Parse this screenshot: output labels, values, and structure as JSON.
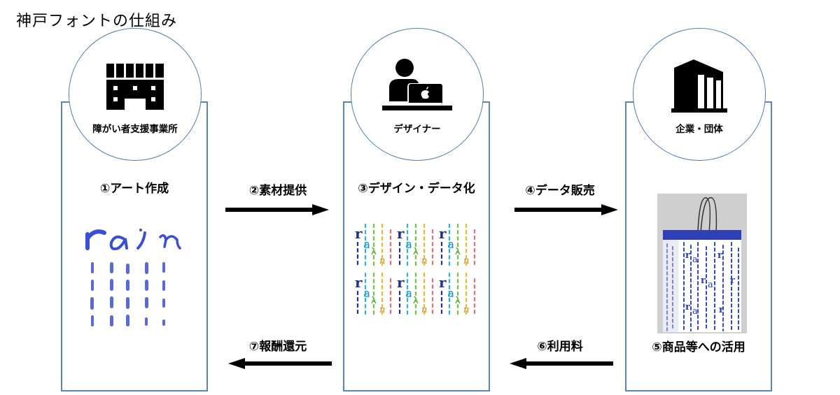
{
  "title": "神戸フォントの仕組み",
  "colors": {
    "box_border": "#5b86b6",
    "circle_border": "#4f7db0",
    "ink_blue": "#3a4fd0",
    "bag_blue": "#2f3fb5"
  },
  "actors": [
    {
      "label": "障がい者支援事業所",
      "icon": "facility-building-icon"
    },
    {
      "label": "デザイナー",
      "icon": "designer-laptop-icon"
    },
    {
      "label": "企業・団体",
      "icon": "office-building-icon"
    }
  ],
  "steps": {
    "s1": "①アート作成",
    "s2": "②素材提供",
    "s3": "③デザイン・データ化",
    "s4": "④データ販売",
    "s5": "⑤商品等への活用",
    "s6": "⑥利用料",
    "s7": "⑦報酬還元"
  },
  "images": {
    "handwriting": "rain",
    "pattern_letters": [
      "r",
      "a",
      "i",
      "n"
    ]
  }
}
